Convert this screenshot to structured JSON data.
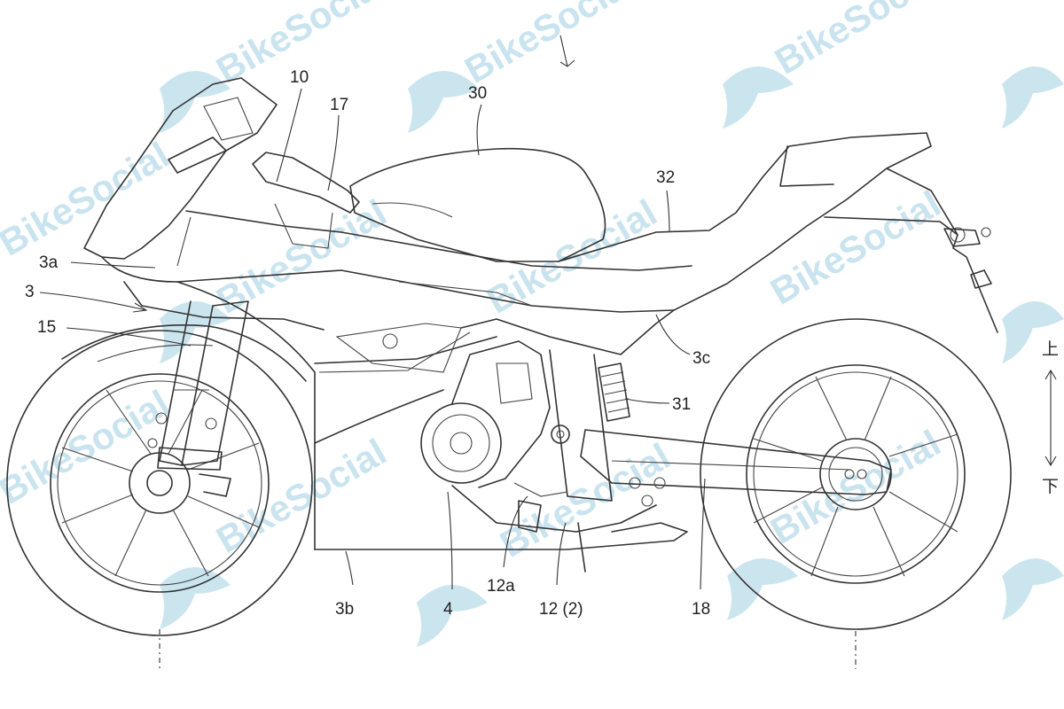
{
  "figure": {
    "watermark_text": "BikeSocial",
    "labels": {
      "l10": "10",
      "l17": "17",
      "l30": "30",
      "l32": "32",
      "l3a": "3a",
      "l3": "3",
      "l15": "15",
      "l3c": "3c",
      "l31": "31",
      "l3b": "3b",
      "l4": "4",
      "l12a": "12a",
      "l12_2": "12 (2)",
      "l18": "18"
    },
    "direction": {
      "up": "上",
      "down": "下"
    }
  }
}
